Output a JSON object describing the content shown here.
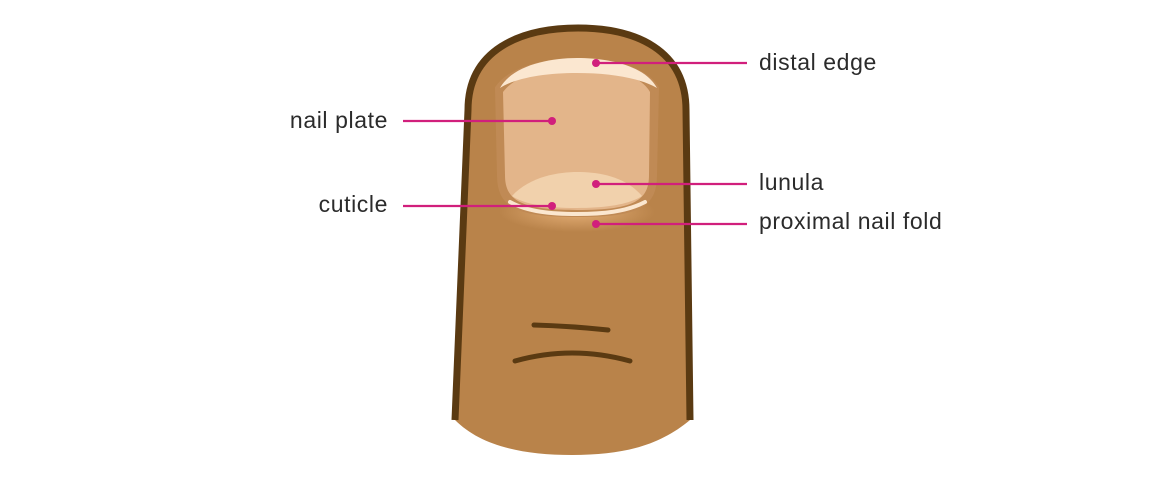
{
  "labels": {
    "distal_edge": "distal edge",
    "nail_plate": "nail plate",
    "lunula": "lunula",
    "cuticle": "cuticle",
    "proximal_nail_fold": "proximal nail fold"
  },
  "colors": {
    "skin": "#b9834a",
    "skin_outline": "#5a3a12",
    "nail": "#e3b58a",
    "nail_outline": "#c08a55",
    "lunula": "#f1d1ac",
    "cuticle": "#fbe7d0",
    "crease": "#5a3a12",
    "pointer": "#d11f7c",
    "label_text": "#2b2b2b"
  }
}
